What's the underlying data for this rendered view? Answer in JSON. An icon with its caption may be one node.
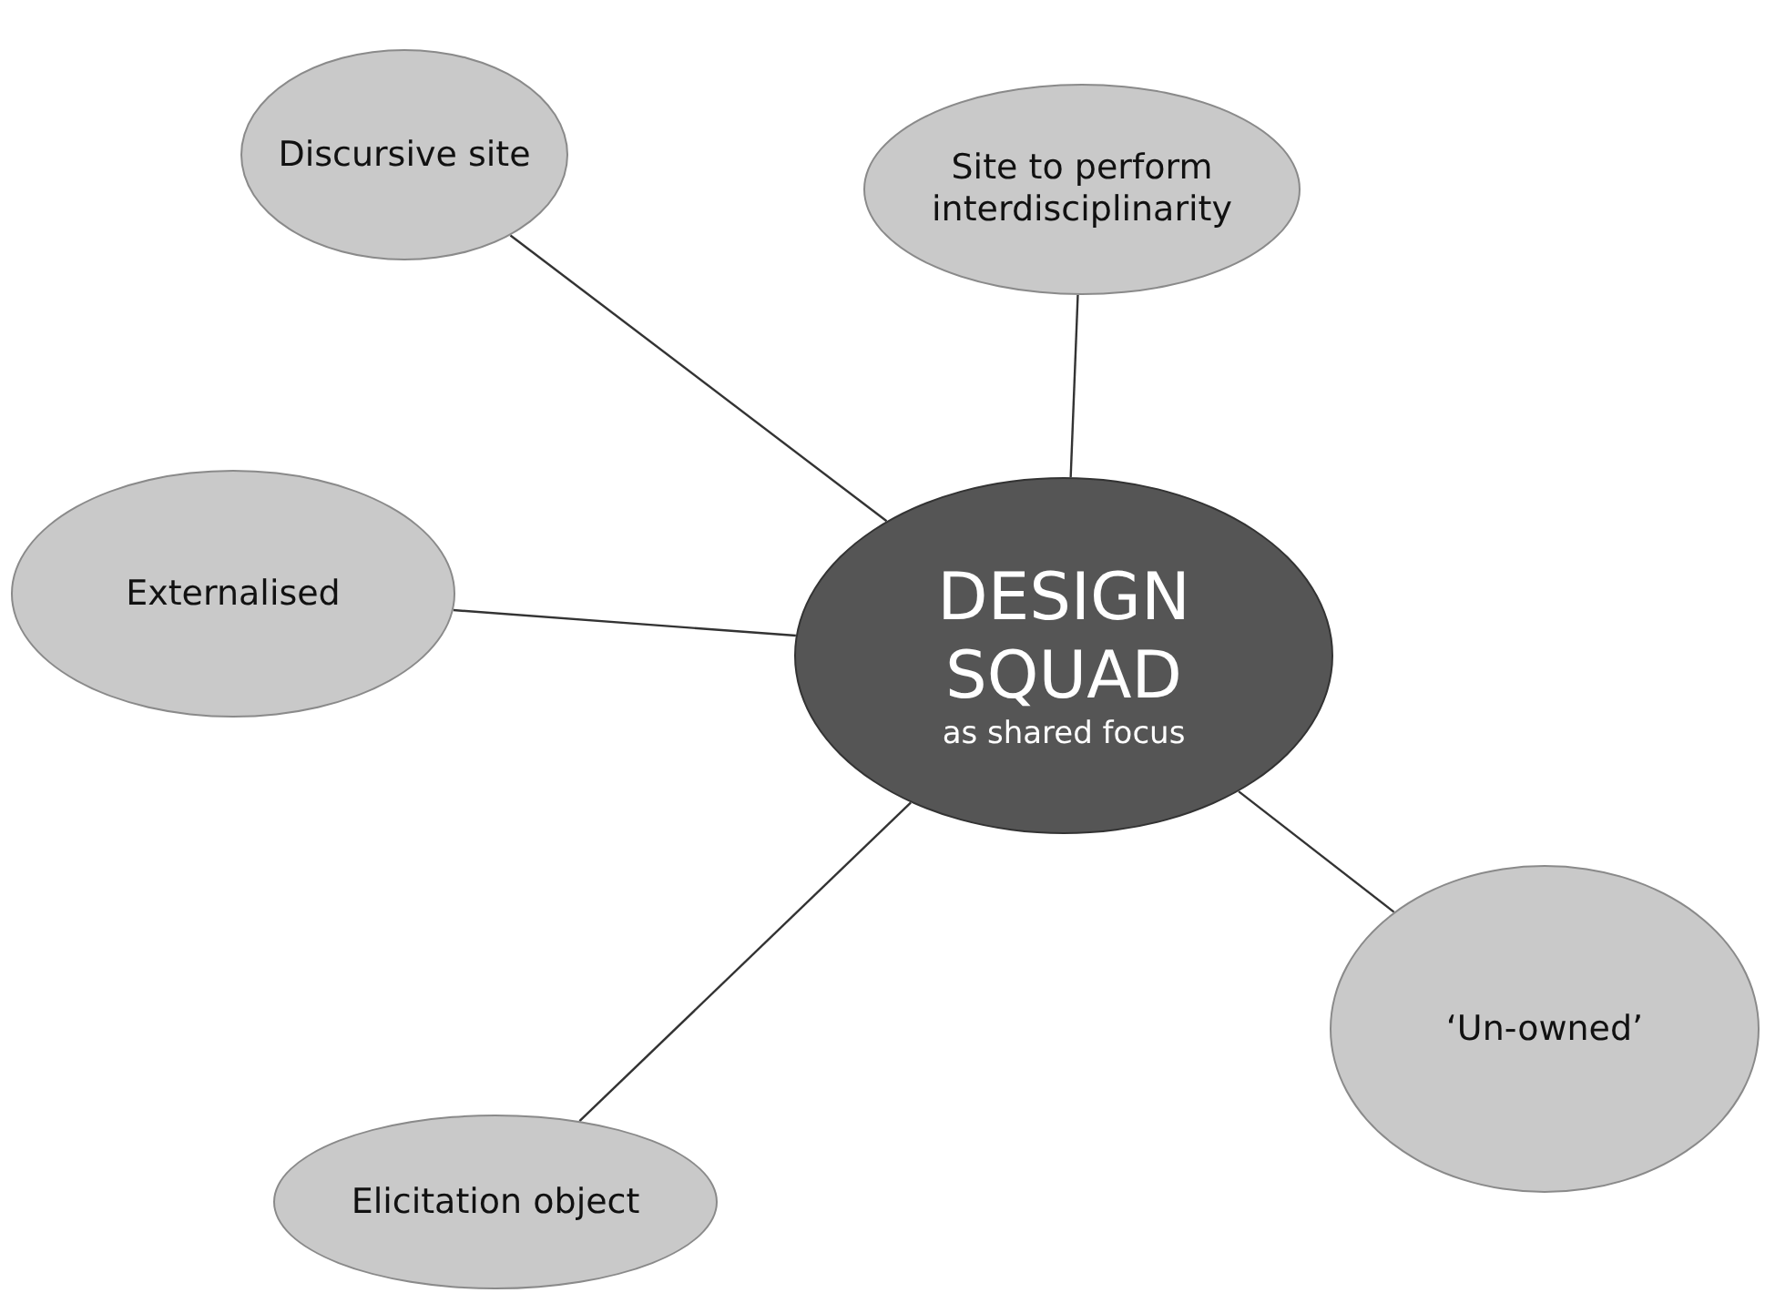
{
  "diagram": {
    "nodes": [
      {
        "text": [
          "Discursive site"
        ]
      },
      {
        "text": [
          "Site to perform interdisciplinarity"
        ]
      },
      {
        "text": [
          "Externalised"
        ]
      },
      {
        "text": [
          "DESIGN SQUAD",
          "as shared focus"
        ]
      },
      {
        "text": [
          "‘Un-owned’"
        ]
      },
      {
        "text": [
          "Elicitation object"
        ]
      }
    ],
    "edges": [
      {
        "from": 3,
        "to": 0,
        "arrow": "none"
      },
      {
        "from": 3,
        "to": 1,
        "arrow": "none"
      },
      {
        "from": 3,
        "to": 2,
        "arrow": "none"
      },
      {
        "from": 3,
        "to": 4,
        "arrow": "none"
      },
      {
        "from": 3,
        "to": 5,
        "arrow": "none"
      }
    ]
  }
}
